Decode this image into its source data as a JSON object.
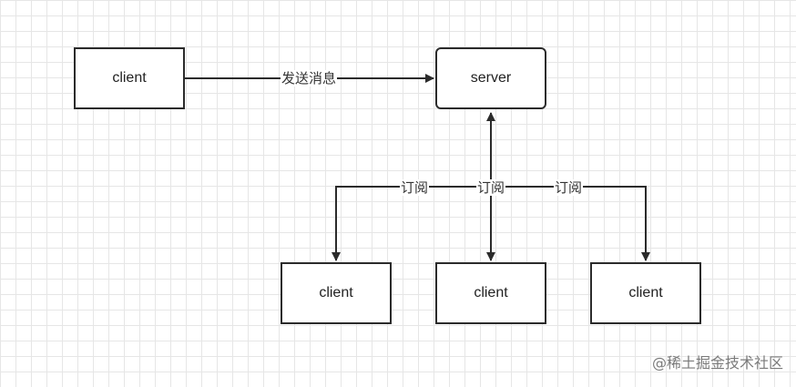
{
  "nodes": {
    "publisher": {
      "label": "client"
    },
    "server": {
      "label": "server"
    },
    "subscriber_1": {
      "label": "client"
    },
    "subscriber_2": {
      "label": "client"
    },
    "subscriber_3": {
      "label": "client"
    }
  },
  "edges": {
    "send": {
      "label": "发送消息"
    },
    "subscribe_1": {
      "label": "订阅"
    },
    "subscribe_2": {
      "label": "订阅"
    },
    "subscribe_3": {
      "label": "订阅"
    }
  },
  "watermark": "@稀土掘金技术社区",
  "colors": {
    "line": "#2b2b2b",
    "grid": "#e6e6e6",
    "watermark": "#7a7a7a"
  }
}
